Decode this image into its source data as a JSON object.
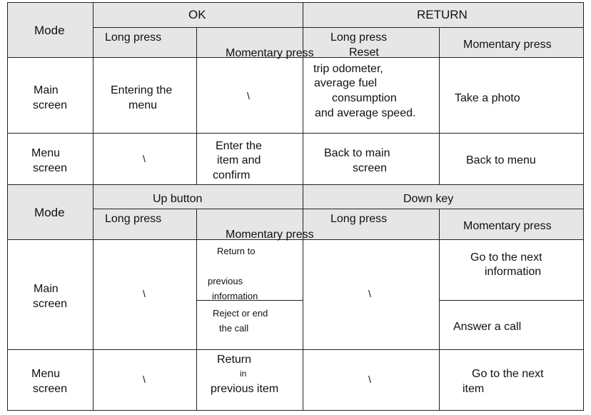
{
  "table1": {
    "mode_header": "Mode",
    "ok_header": "OK",
    "return_header": "RETURN",
    "ok_long": "Long press",
    "ok_momentary": "Momentary press",
    "return_long": "Long press",
    "return_long_sub": "Reset",
    "return_momentary": "Momentary press",
    "main_label": [
      "Main",
      "screen"
    ],
    "main_ok_long": [
      "Entering the",
      "menu"
    ],
    "main_ok_momentary": "\\",
    "main_return_long": [
      "trip odometer,",
      "average fuel",
      "consumption",
      "and average speed."
    ],
    "main_return_momentary": "Take a photo",
    "menu_label": [
      "Menu",
      "screen"
    ],
    "menu_ok_long": "\\",
    "menu_ok_momentary": [
      "Enter the",
      "item and",
      "confirm"
    ],
    "menu_return_long": [
      "Back to main",
      "screen"
    ],
    "menu_return_momentary": "Back to menu"
  },
  "table2": {
    "mode_header": "Mode",
    "up_header": "Up button",
    "down_header": "Down key",
    "up_long": "Long press",
    "up_momentary": "Momentary press",
    "down_long": "Long press",
    "down_momentary": "Momentary press",
    "main_label": [
      "Main",
      "screen"
    ],
    "main_up_long": "\\",
    "main_up_momentary_1": [
      "Return to",
      "previous",
      "information"
    ],
    "main_up_momentary_2": [
      "Reject or end",
      "the call"
    ],
    "main_down_long": "\\",
    "main_down_momentary_1": [
      "Go to the next",
      "information"
    ],
    "main_down_momentary_2": "Answer a call",
    "menu_label": [
      "Menu",
      "screen"
    ],
    "menu_up_long": "\\",
    "menu_up_momentary": [
      "Return",
      "in",
      "previous item"
    ],
    "menu_down_long": "\\",
    "menu_down_momentary": [
      "Go to the next",
      "item"
    ]
  }
}
